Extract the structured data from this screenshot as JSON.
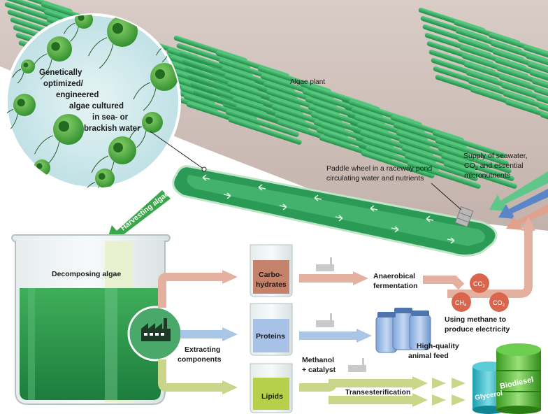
{
  "labels": {
    "algae_plant": "Algae plant",
    "circle_text": [
      "Genetically",
      "optimized/",
      "engineered",
      "algae cultured",
      "in sea- or",
      "brackish water"
    ],
    "paddle_wheel": [
      "Paddle wheel in a raceway pond",
      "circulating water and nutrients"
    ],
    "supply_line1": "Supply of seawater,",
    "supply_co": "CO",
    "supply_sub": "2",
    "supply_line2_rest": " and essential",
    "supply_line3": "micronutrients",
    "harvesting": "Harvesting algae",
    "decomposing": "Decomposing algae",
    "extracting": [
      "Extracting",
      "components"
    ],
    "carbohydrates": [
      "Carbo-",
      "hydrates"
    ],
    "proteins": "Proteins",
    "lipids": "Lipids",
    "anaerobic": [
      "Anaerobical",
      "fermentation"
    ],
    "methanol": [
      "Methanol",
      "+ catalyst"
    ],
    "transesterification": "Transesterification",
    "animal_feed": [
      "High-quality",
      "animal feed"
    ],
    "methane_electricity": [
      "Using methane to",
      "produce electricity"
    ],
    "co2_top": "CO",
    "co2_top_sub": "2",
    "ch4": "CH",
    "ch4_sub": "4",
    "co2_right": "CO",
    "co2_right_sub": "2",
    "glycerol": "Glycerol",
    "biodiesel": "Biodiesel"
  },
  "colors": {
    "ground": "#cbbcb6",
    "pond_green": "#2e9e5a",
    "pond_light": "#6fcf8f",
    "algae_green": "#3aa74a",
    "circle_bg": "#c9e6ea",
    "arrow_pink": "#e4b1a0",
    "arrow_blue": "#a9c6e6",
    "arrow_green": "#c9d68a",
    "carb_fill": "#c6836b",
    "protein_fill": "#a7c2e6",
    "lipid_fill": "#b8cf4c",
    "co2_circle": "#d9664c",
    "glycerol": "#27b7c7",
    "biodiesel": "#4cae2e"
  }
}
